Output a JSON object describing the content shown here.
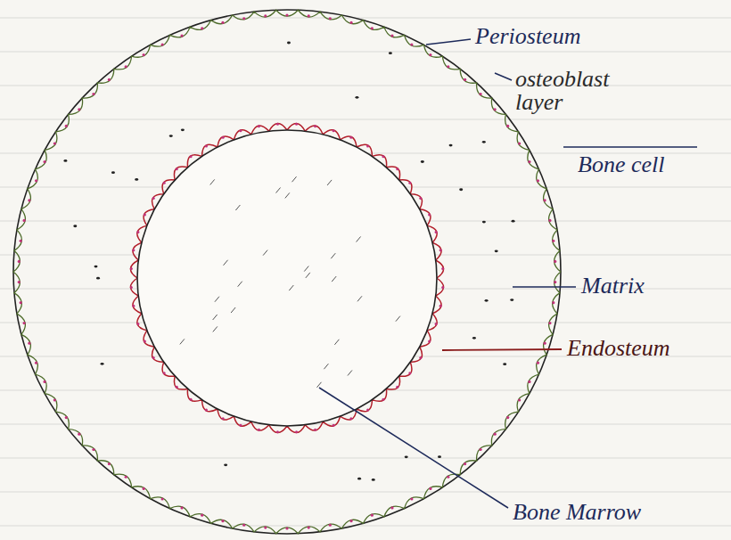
{
  "diagram": {
    "labels": [
      "Periosteum",
      "osteoblast layer",
      "Bone cell",
      "Matrix",
      "Endosteum",
      "Bone Marrow"
    ]
  }
}
